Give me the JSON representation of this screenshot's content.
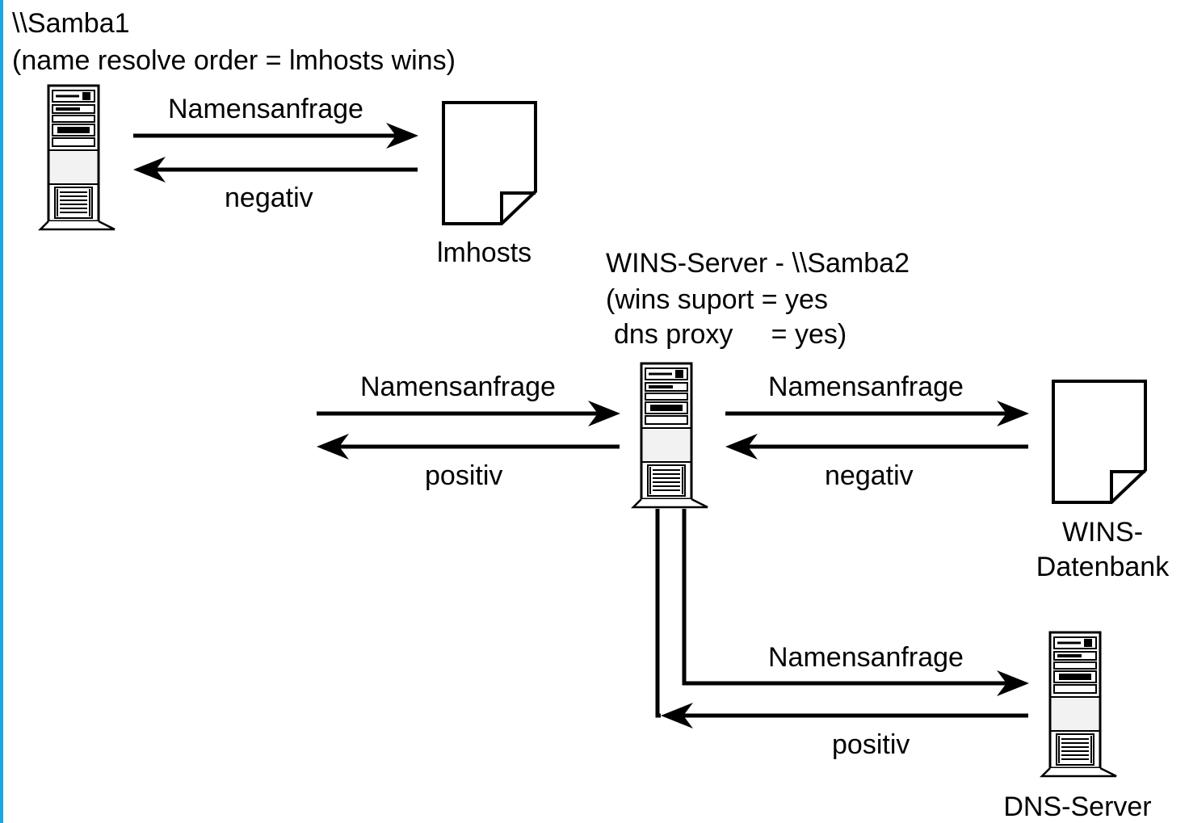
{
  "colors": {
    "accent_bar": "#1aa7e6",
    "ink": "#000000",
    "paper": "#ffffff"
  },
  "samba1": {
    "name": "\\\\Samba1",
    "config": "(name resolve order = lmhosts wins)"
  },
  "lmhosts": {
    "label": "lmhosts",
    "request": "Namensanfrage",
    "response": "negativ"
  },
  "wins_server": {
    "title": "WINS-Server - \\\\Samba2",
    "config_line1": "(wins suport = yes",
    "config_line2": "dns proxy     = yes)",
    "client_request": "Namensanfrage",
    "client_response": "positiv"
  },
  "wins_db": {
    "label_line1": "WINS-",
    "label_line2": "Datenbank",
    "request": "Namensanfrage",
    "response": "negativ"
  },
  "dns_server": {
    "label": "DNS-Server",
    "request": "Namensanfrage",
    "response": "positiv"
  },
  "icons": [
    "server-tower-icon",
    "document-icon"
  ]
}
